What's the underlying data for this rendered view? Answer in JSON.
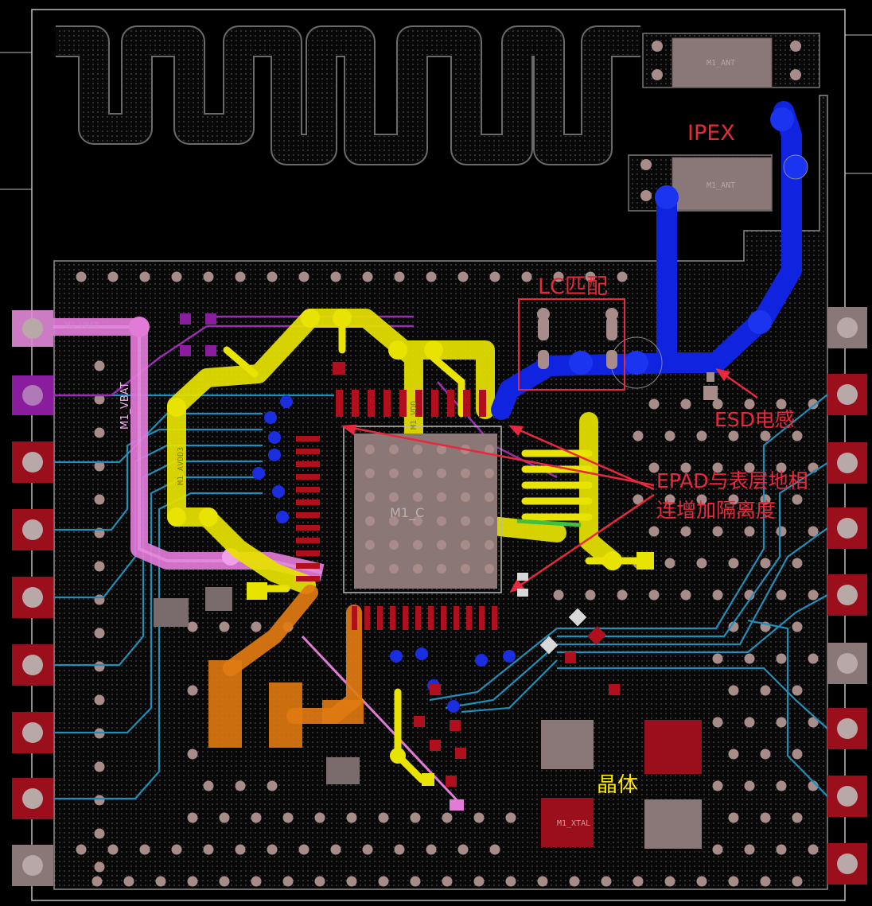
{
  "annotations": {
    "ipex": "IPEX",
    "lc_match": "LC匹配",
    "esd_inductor": "ESD电感",
    "epad_line1": "EPAD与表层地相",
    "epad_line2": "连增加隔离度",
    "crystal": "晶体"
  },
  "silkscreen": {
    "vbat_top": "M1_VBAT",
    "vbat_side": "M1_VBAT",
    "chip_ref": "M1_C",
    "net_avdd": "M1_AVDD3",
    "net_vdd": "M1_VDD",
    "pad_top": "M1_ANT",
    "pad_mid": "M1_ANT",
    "xtal_label": "M1_XTAL"
  },
  "colors": {
    "board": "#060606",
    "dot_grid": "#5a5a5a",
    "outline": "#cfcfcf",
    "via": "#a88c8a",
    "pad_red": "#b0101e",
    "pad_purple": "#8a1d9e",
    "pink_trace": "#e06ad6",
    "yellow_trace": "#e8e300",
    "blue_trace": "#1024e0",
    "orange_trace": "#e07a12",
    "cyan_trace": "#1f8fb8",
    "annotation_red": "#e8283c",
    "chip_body": "#8c7777"
  }
}
